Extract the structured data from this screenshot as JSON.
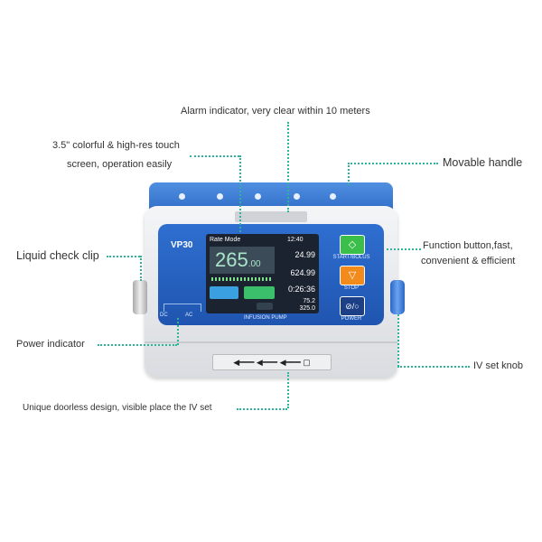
{
  "annotations": {
    "alarm": "Alarm indicator, very clear within 10 meters",
    "screen_1": "3.5\" colorful & high-res touch",
    "screen_2": "screen, operation easily",
    "handle": "Movable handle",
    "clip": "Liquid check clip",
    "function_1": "Function button,fast,",
    "function_2": "convenient & efficient",
    "power": "Power indicator",
    "knob": "IV set knob",
    "doorless": "Unique doorless design, visible place the IV set"
  },
  "device": {
    "model": "VP30",
    "label": "INFUSION PUMP",
    "power_labels": {
      "dc": "DC",
      "ac": "AC"
    },
    "buttons": {
      "start": "START/BOLUS",
      "stop": "STOP",
      "power": "POWER"
    },
    "screen": {
      "mode": "Rate Mode",
      "time": "12:40",
      "rate": "265",
      "rate_dec": ".00",
      "v1": "24.99",
      "v2": "624.99",
      "v3": "0:26:36",
      "v4": "75.2",
      "v5": "325.0"
    }
  },
  "colors": {
    "accent_line": "#2fb39a",
    "body_blue": "#2a66c4",
    "start": "#3cbf4a",
    "stop": "#f28a1c"
  }
}
